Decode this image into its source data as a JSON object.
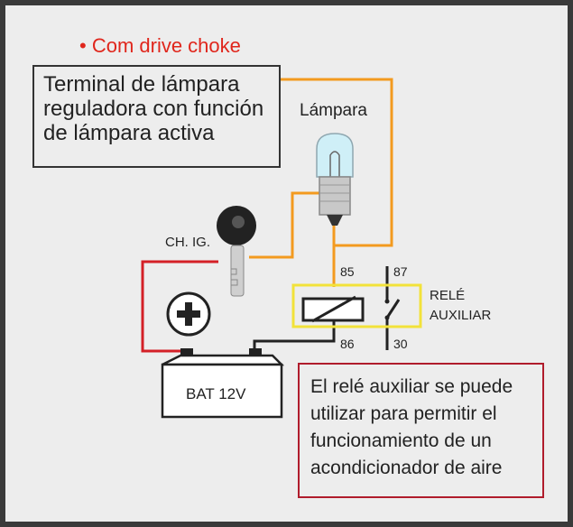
{
  "bullet": "• Com drive choke",
  "info_box": {
    "lines": [
      "Terminal de lámpara",
      "reguladora con función",
      "de lámpara activa"
    ]
  },
  "labels": {
    "lamp": "Lámpara",
    "ignition_switch": "CH. IG.",
    "relay": [
      "RELÉ",
      "AUXILIAR"
    ],
    "pin_85": "85",
    "pin_87": "87",
    "pin_86": "86",
    "pin_30": "30",
    "battery": "BAT 12V"
  },
  "note_box": {
    "lines": [
      "El relé auxiliar se puede",
      "utilizar para permitir el",
      "funcionamiento de un",
      "acondicionador de aire"
    ]
  },
  "colors": {
    "orange_wire": "#f39a1f",
    "red_wire": "#d42027",
    "black_wire": "#222222",
    "relay_box": "#f2e23a",
    "note_border": "#b01c2c"
  }
}
